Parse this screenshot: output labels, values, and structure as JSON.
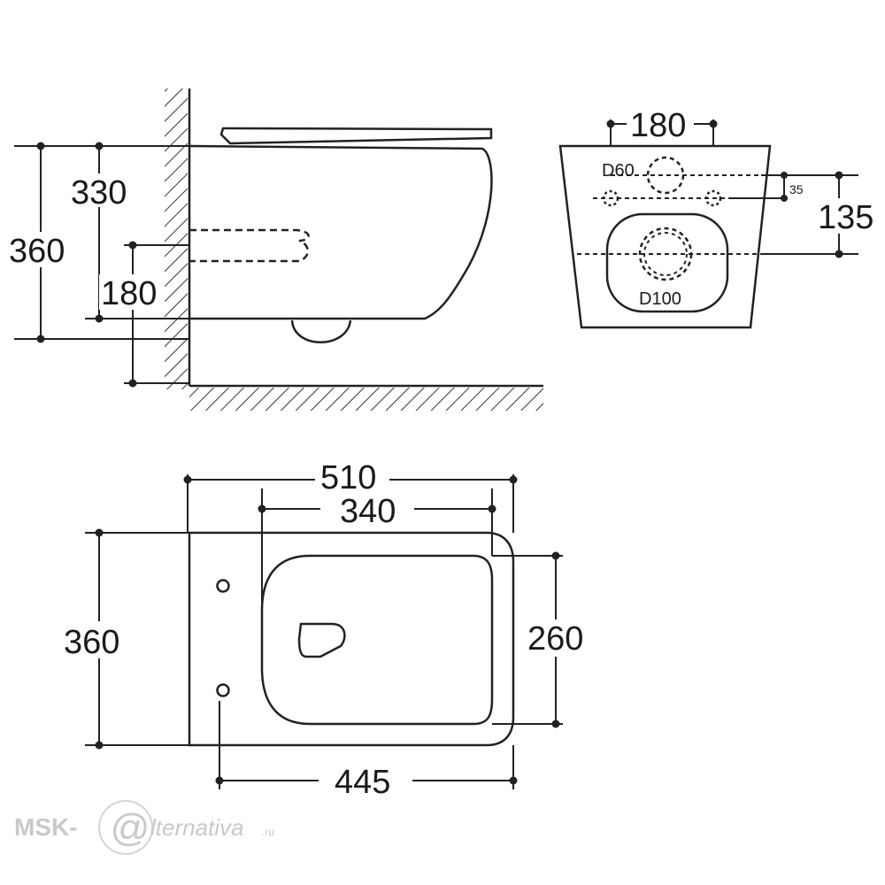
{
  "side_view": {
    "dim_330": "330",
    "dim_360": "360",
    "dim_180": "180"
  },
  "back_view": {
    "dim_180": "180",
    "label_d60": "D60",
    "dim_35": "35",
    "dim_135": "135",
    "label_d100": "D100"
  },
  "top_view": {
    "dim_510": "510",
    "dim_340": "340",
    "dim_360": "360",
    "dim_260": "260",
    "dim_445": "445"
  },
  "watermark": {
    "prefix": "MSK-",
    "at_sign": "@",
    "name": "lternativa",
    "suffix": ".ru"
  }
}
